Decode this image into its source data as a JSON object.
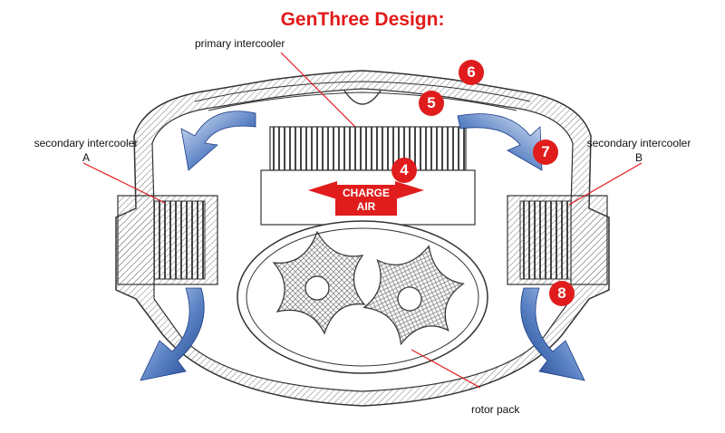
{
  "title": "GenThree Design:",
  "labels": {
    "primary_intercooler": "primary intercooler",
    "secondary_a_line1": "secondary intercooler",
    "secondary_a_line2": "A",
    "secondary_b_line1": "secondary intercooler",
    "secondary_b_line2": "B",
    "rotor_pack": "rotor pack",
    "charge_line1": "CHARGE",
    "charge_line2": "AIR"
  },
  "badges": [
    "4",
    "5",
    "6",
    "7",
    "8"
  ],
  "colors": {
    "accent": "#e01c1c",
    "title": "#e21a1a",
    "arrow_blue": "#2f5fae",
    "line": "#333333"
  }
}
